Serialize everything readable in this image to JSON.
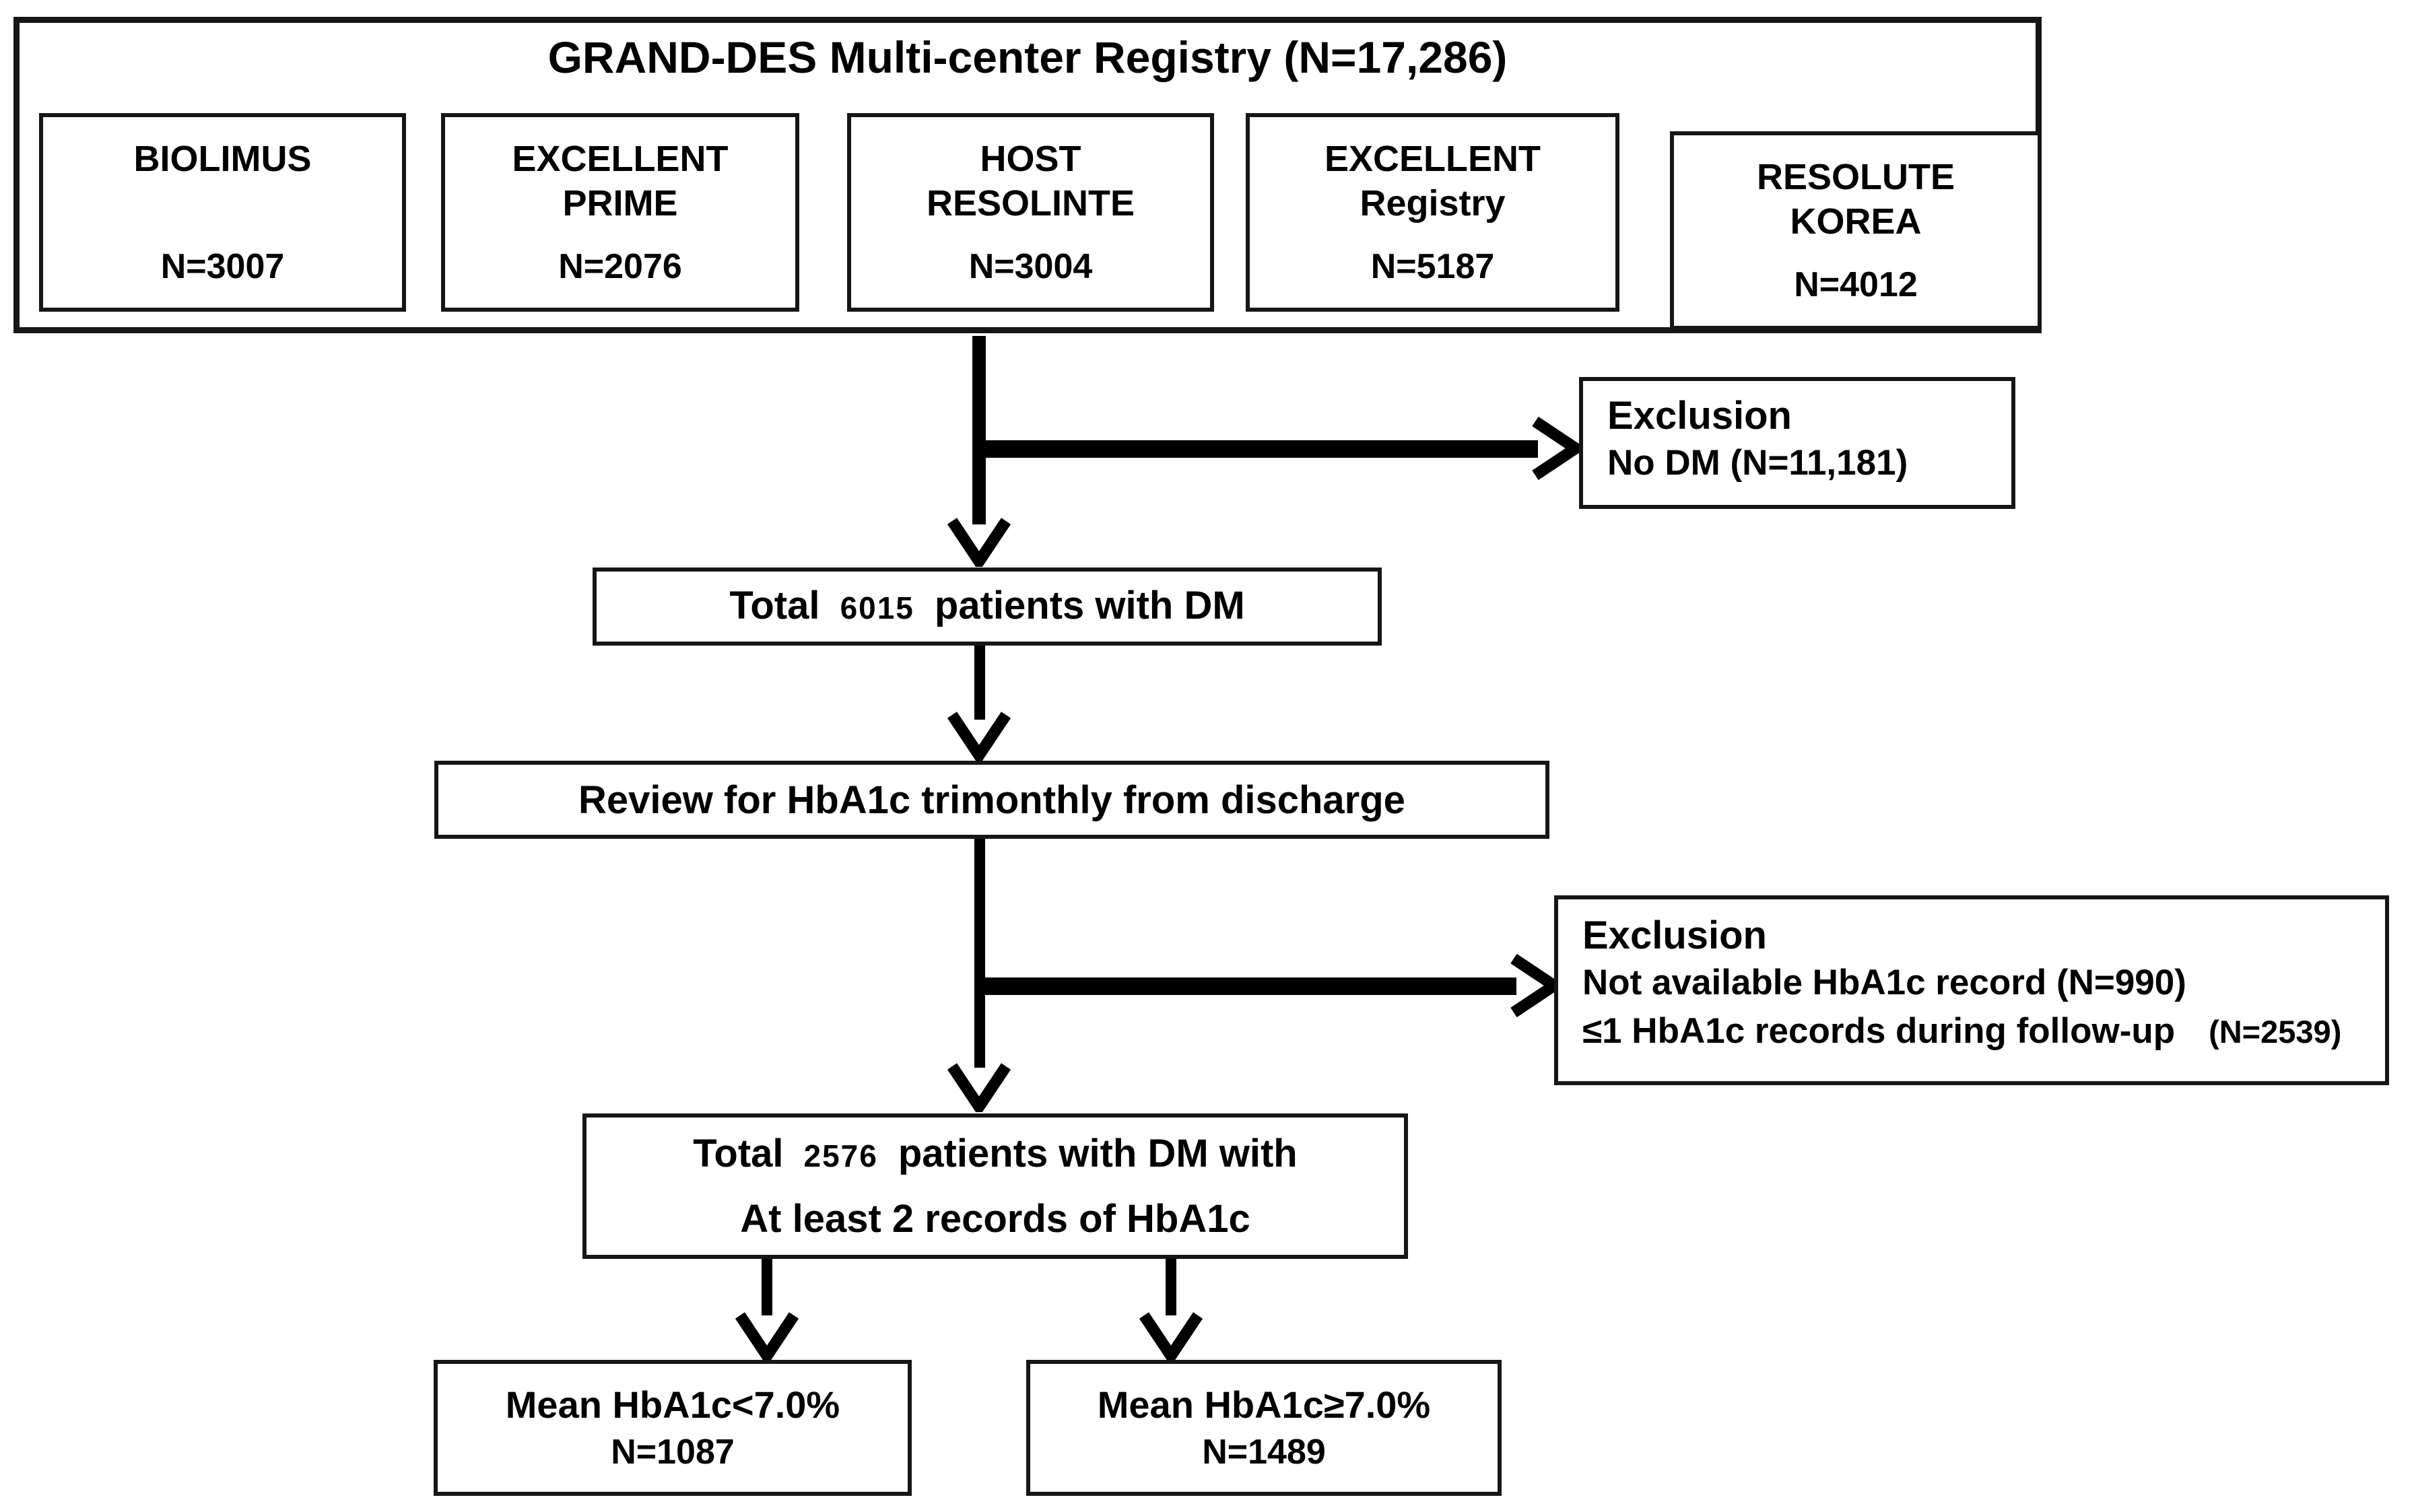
{
  "colors": {
    "ink": "#000000",
    "box_border": "#161616",
    "background": "#ffffff"
  },
  "registry": {
    "title": "GRAND-DES Multi-center Registry (N=17,286)",
    "studies": [
      {
        "line1": "BIOLIMUS",
        "line2": "",
        "n": "N=3007"
      },
      {
        "line1": "EXCELLENT",
        "line2": "PRIME",
        "n": "N=2076"
      },
      {
        "line1": "HOST",
        "line2": "RESOLINTE",
        "n": "N=3004"
      },
      {
        "line1": "EXCELLENT",
        "line2": "Registry",
        "n": "N=5187"
      },
      {
        "line1": "RESOLUTE",
        "line2": "KOREA",
        "n": "N=4012"
      }
    ]
  },
  "exclusion1": {
    "title": "Exclusion",
    "line1": "No DM (N=11,181)"
  },
  "total_dm": {
    "prefix": "Total",
    "count": "6015",
    "suffix": "patients with DM"
  },
  "review": {
    "text": "Review for HbA1c trimonthly from discharge"
  },
  "exclusion2": {
    "title": "Exclusion",
    "line1": "Not available HbA1c record (N=990)",
    "line2": "≤1 HbA1c records during follow-up",
    "line2_n": "(N=2539)"
  },
  "total_hba1c": {
    "prefix": "Total",
    "count": "2576",
    "suffix": "patients with DM with",
    "line2": "At least 2 records of HbA1c"
  },
  "outcomes": {
    "low": {
      "label": "Mean HbA1c<7.0%",
      "n": "N=1087"
    },
    "high": {
      "label": "Mean HbA1c≥7.0%",
      "n": "N=1489"
    }
  }
}
